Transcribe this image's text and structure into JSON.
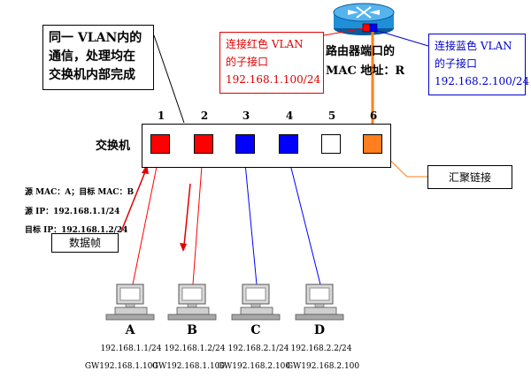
{
  "callout_main": {
    "line1": "同一 VLAN内的",
    "line2": "通信，处理均在",
    "line3": "交换机内部完成"
  },
  "callout_red": {
    "line1": "连接红色 VLAN",
    "line2": "的子接口",
    "line3": "192.168.1.100/24"
  },
  "callout_blue": {
    "line1": "连接蓝色 VLAN",
    "line2": "的子接口",
    "line3": "192.168.2.100/24"
  },
  "router": {
    "label_line1": "路由器端口的",
    "label_line2": "MAC 地址：R"
  },
  "switch": {
    "label": "交换机"
  },
  "ports": [
    {
      "num": "1",
      "color": "#ff0000"
    },
    {
      "num": "2",
      "color": "#ff0000"
    },
    {
      "num": "3",
      "color": "#0000ff"
    },
    {
      "num": "4",
      "color": "#0000ff"
    },
    {
      "num": "5",
      "color": "#ffffff"
    },
    {
      "num": "6",
      "color": "#ff7f1e"
    }
  ],
  "frame_info": {
    "mac": "源 MAC：A；目标 MAC：B",
    "src_ip": "源 IP：192.168.1.1/24",
    "dst_ip": "目标 IP：192.168.1.2/24",
    "label": "数据帧"
  },
  "aggregation": {
    "label": "汇聚链接"
  },
  "pcs": [
    {
      "name": "A",
      "ip": "192.168.1.1/24",
      "gw": "GW192.168.1.100"
    },
    {
      "name": "B",
      "ip": "192.168.1.2/24",
      "gw": "GW192.168.1.100"
    },
    {
      "name": "C",
      "ip": "192.168.2.1/24",
      "gw": "GW192.168.2.100"
    },
    {
      "name": "D",
      "ip": "192.168.2.2/24",
      "gw": "GW192.168.2.100"
    }
  ],
  "colors": {
    "red_vlan": "#ff0000",
    "blue_vlan": "#0000ff",
    "trunk": "#ff7f1e",
    "router_body": "#1f8fd8"
  }
}
